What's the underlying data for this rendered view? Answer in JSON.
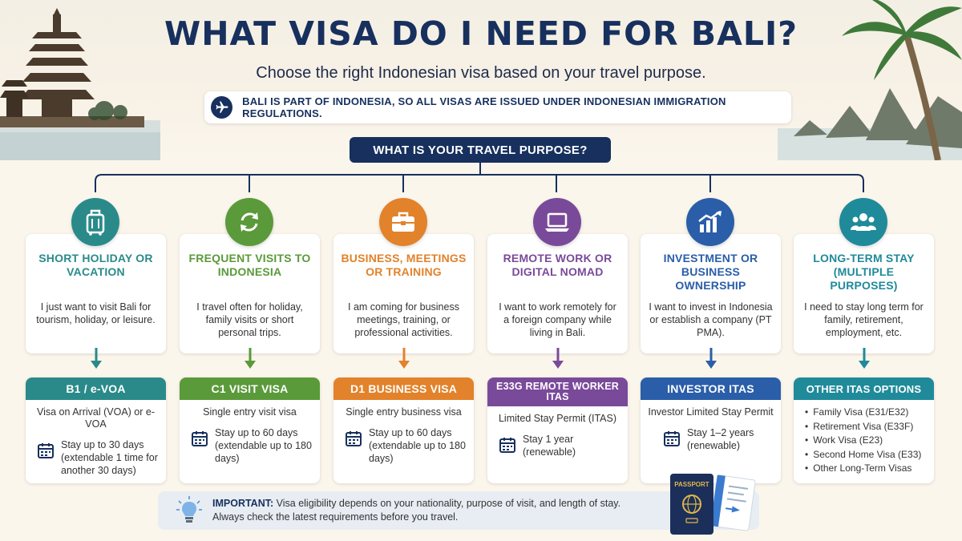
{
  "header": {
    "title": "WHAT VISA DO I NEED FOR BALI?",
    "subtitle": "Choose the right Indonesian visa based on your travel purpose.",
    "notice": "BALI IS PART OF INDONESIA, SO ALL VISAS ARE ISSUED UNDER INDONESIAN IMMIGRATION REGULATIONS."
  },
  "question": "WHAT IS YOUR TRAVEL PURPOSE?",
  "purposes": [
    {
      "title": "SHORT HOLIDAY OR VACATION",
      "desc": "I just want to visit Bali for tourism, holiday, or leisure.",
      "icon": "luggage-icon",
      "color": "#2a8a8a",
      "visa": "B1 / e-VOA",
      "visa_desc": "Visa on Arrival (VOA) or e-VOA",
      "stay": "Stay up to 30 days (extendable 1 time for another 30 days)"
    },
    {
      "title": "FREQUENT VISITS TO INDONESIA",
      "desc": "I travel often for holiday, family visits or short personal trips.",
      "icon": "refresh-icon",
      "color": "#5a9a3a",
      "visa": "C1 VISIT VISA",
      "visa_desc": "Single entry visit visa",
      "stay": "Stay up to 60 days (extendable up to 180 days)"
    },
    {
      "title": "BUSINESS, MEETINGS OR TRAINING",
      "desc": "I am coming for business meetings, training, or professional activities.",
      "icon": "briefcase-icon",
      "color": "#e2822a",
      "visa": "D1 BUSINESS VISA",
      "visa_desc": "Single entry business visa",
      "stay": "Stay up to 60 days (extendable up to 180 days)"
    },
    {
      "title": "REMOTE WORK OR DIGITAL NOMAD",
      "desc": "I want to work remotely for a foreign company while living in Bali.",
      "icon": "laptop-icon",
      "color": "#7a4a9a",
      "visa": "E33G REMOTE WORKER ITAS",
      "visa_desc": "Limited Stay Permit (ITAS)",
      "stay": "Stay 1 year (renewable)"
    },
    {
      "title": "INVESTMENT OR BUSINESS OWNERSHIP",
      "desc": "I want to invest in Indonesia or establish a company (PT PMA).",
      "icon": "growth-chart-icon",
      "color": "#2a5ea8",
      "visa": "INVESTOR ITAS",
      "visa_desc": "Investor Limited Stay Permit",
      "stay": "Stay 1–2 years (renewable)"
    },
    {
      "title": "LONG-TERM STAY (MULTIPLE PURPOSES)",
      "desc": "I need to stay long term for family, retirement, employment, etc.",
      "icon": "people-icon",
      "color": "#1f8a9a",
      "visa": "OTHER ITAS OPTIONS",
      "options": [
        "Family Visa (E31/E32)",
        "Retirement Visa (E33F)",
        "Work Visa (E23)",
        "Second Home Visa (E33)",
        "Other Long-Term Visas"
      ]
    }
  ],
  "important": {
    "label": "IMPORTANT:",
    "line1": "Visa eligibility depends on your nationality, purpose of visit, and length of stay.",
    "line2": "Always check the latest requirements before you travel."
  },
  "passport_label": "PASSPORT",
  "colors": {
    "navy": "#17305e",
    "background": "#fbf6ec"
  }
}
